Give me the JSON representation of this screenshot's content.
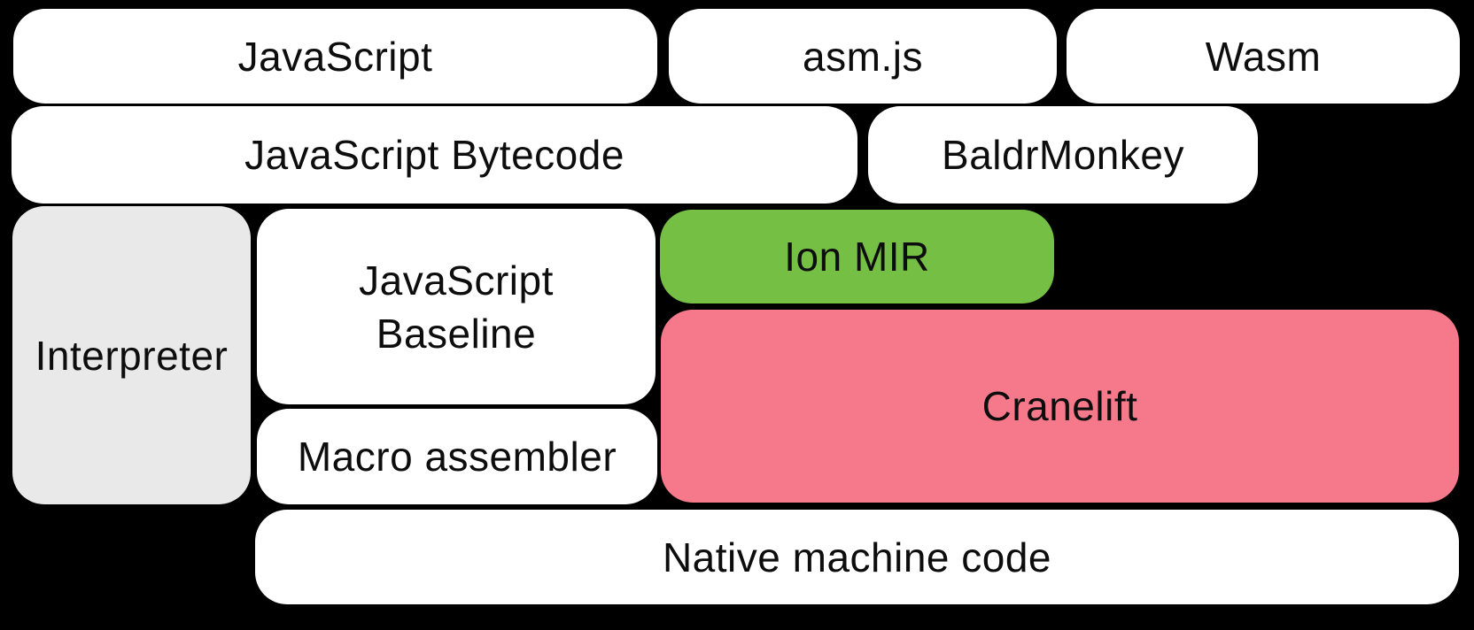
{
  "colors": {
    "background": "#000000",
    "text": "#0d0d0d",
    "box_white": "#ffffff",
    "interpreter_gray": "#e9e9e9",
    "ion_green": "#75c044",
    "cranelift_pink": "#f5798a"
  },
  "boxes": {
    "javascript": {
      "label": "JavaScript",
      "color": "#ffffff"
    },
    "asmjs": {
      "label": "asm.js",
      "color": "#ffffff"
    },
    "wasm": {
      "label": "Wasm",
      "color": "#ffffff"
    },
    "javascript_bytecode": {
      "label": "JavaScript Bytecode",
      "color": "#ffffff"
    },
    "baldrmonkey": {
      "label": "BaldrMonkey",
      "color": "#ffffff"
    },
    "interpreter": {
      "label": "Interpreter",
      "color": "#e9e9e9"
    },
    "javascript_baseline": {
      "label": "JavaScript Baseline",
      "color": "#ffffff"
    },
    "ion_mir": {
      "label": "Ion MIR",
      "color": "#75c044"
    },
    "cranelift": {
      "label": "Cranelift",
      "color": "#f5798a"
    },
    "macro_assembler": {
      "label": "Macro assembler",
      "color": "#ffffff"
    },
    "native_machine_code": {
      "label": "Native machine code",
      "color": "#ffffff"
    }
  }
}
